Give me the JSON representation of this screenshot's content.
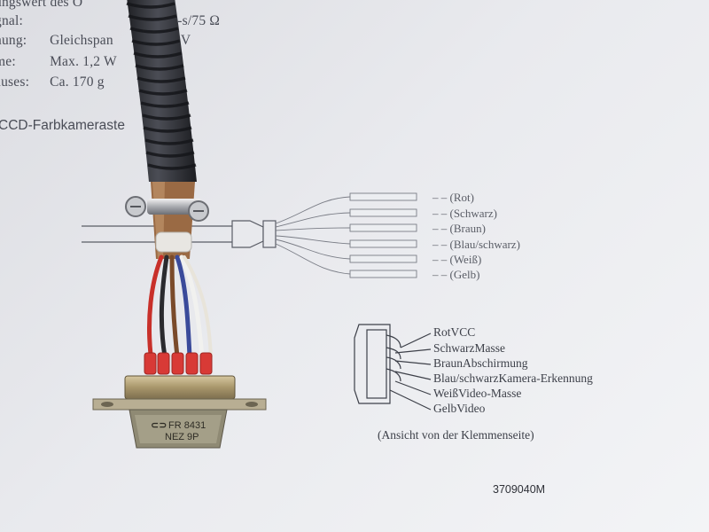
{
  "document": {
    "spec_lines": [
      {
        "label": "ungswert des O",
        "value": ""
      },
      {
        "label": "gnal:",
        "value": "s-s/75 Ω"
      },
      {
        "label": "nung:",
        "value": "Gleichspan          V ±2 V"
      },
      {
        "label": "me:",
        "value": "Max. 1,2 W"
      },
      {
        "label": "äuses:",
        "value": "Ca. 170 g"
      }
    ],
    "heading_fragment": "CCD-Farbkameraste",
    "wire_colors": [
      "– – (Rot)",
      "– – (Schwarz)",
      "– – (Braun)",
      "– – (Blau/schwarz)",
      "– – (Weiß)",
      "– – (Gelb)"
    ],
    "pin_assignments": [
      "RotVCC",
      "SchwarzMasse",
      "BraunAbschirmung",
      "Blau/schwarzKamera-Erkennung",
      "WeißVideo-Masse",
      "GelbVideo"
    ],
    "caption": "(Ansicht von der Klemmenseite)",
    "document_code": "3709040M"
  },
  "connector": {
    "marking_line1": "FR 8431",
    "marking_line2": "NEZ 9P"
  },
  "colors": {
    "paper": "#e6e7eb",
    "print_text": "#4a4d57",
    "cable_jacket": "#2b2c30",
    "red_wire": "#c8302a",
    "blue_wire": "#3a4a9a",
    "brown_wire": "#7a4a2a",
    "connector_metal": "#b9a67a",
    "red_sleeve": "#d83a36"
  }
}
